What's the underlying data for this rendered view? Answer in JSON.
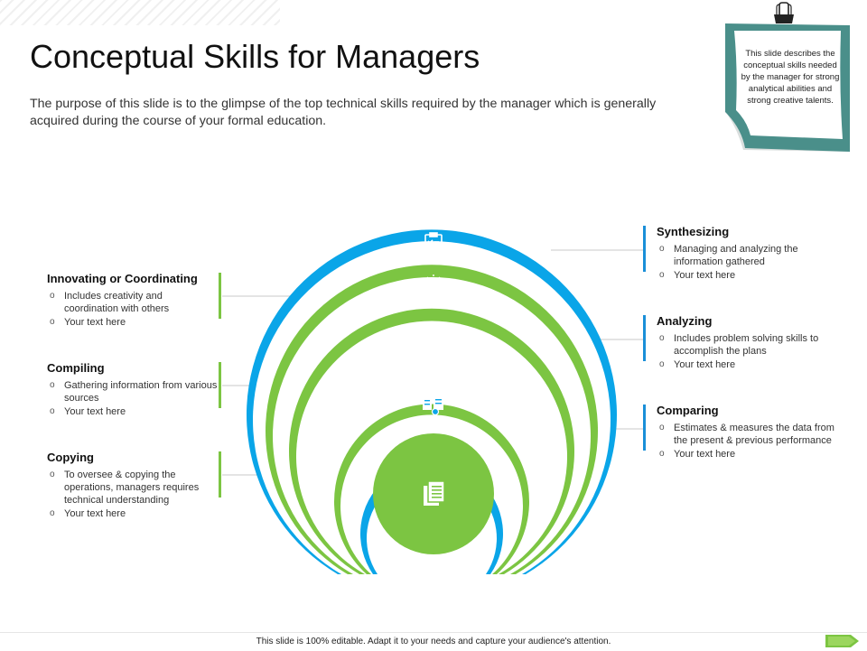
{
  "slide": {
    "title": "Conceptual Skills for Managers",
    "subtitle": "The purpose of this slide is to the glimpse of the top technical skills required by the manager which is generally acquired during the course of your formal education.",
    "note": "This slide describes the conceptual skills needed by the manager for strong analytical abilities and strong creative talents.",
    "footer": "This slide is 100% editable. Adapt it to your needs and capture your audience's attention."
  },
  "colors": {
    "blue": "#0aa5e8",
    "green": "#7cc542",
    "note_border": "#4a8f8a",
    "bar_green": "#7cc542",
    "bar_blue": "#1a8fd8"
  },
  "icons": {
    "ring1": "clipboard-checklist-icon",
    "ring2": "lightbulb-icon",
    "ring3": "network-nodes-icon",
    "ring4": "documents-icon",
    "center": "stacked-documents-icon",
    "note": "binder-clip-icon",
    "footer": "next-arrow-icon"
  },
  "left_items": [
    {
      "title": "Innovating or Coordinating",
      "bullets": [
        "Includes creativity and coordination with others",
        "Your text here"
      ]
    },
    {
      "title": "Compiling",
      "bullets": [
        "Gathering information from various sources",
        "Your text here"
      ]
    },
    {
      "title": "Copying",
      "bullets": [
        "To oversee & copying the operations, managers requires technical understanding",
        "Your text here"
      ]
    }
  ],
  "right_items": [
    {
      "title": "Synthesizing",
      "bullets": [
        "Managing and analyzing the information gathered",
        "Your text here"
      ]
    },
    {
      "title": "Analyzing",
      "bullets": [
        "Includes problem solving skills to accomplish the plans",
        "Your text here"
      ]
    },
    {
      "title": "Comparing",
      "bullets": [
        "Estimates & measures the data from the present & previous performance",
        "Your text here"
      ]
    }
  ]
}
